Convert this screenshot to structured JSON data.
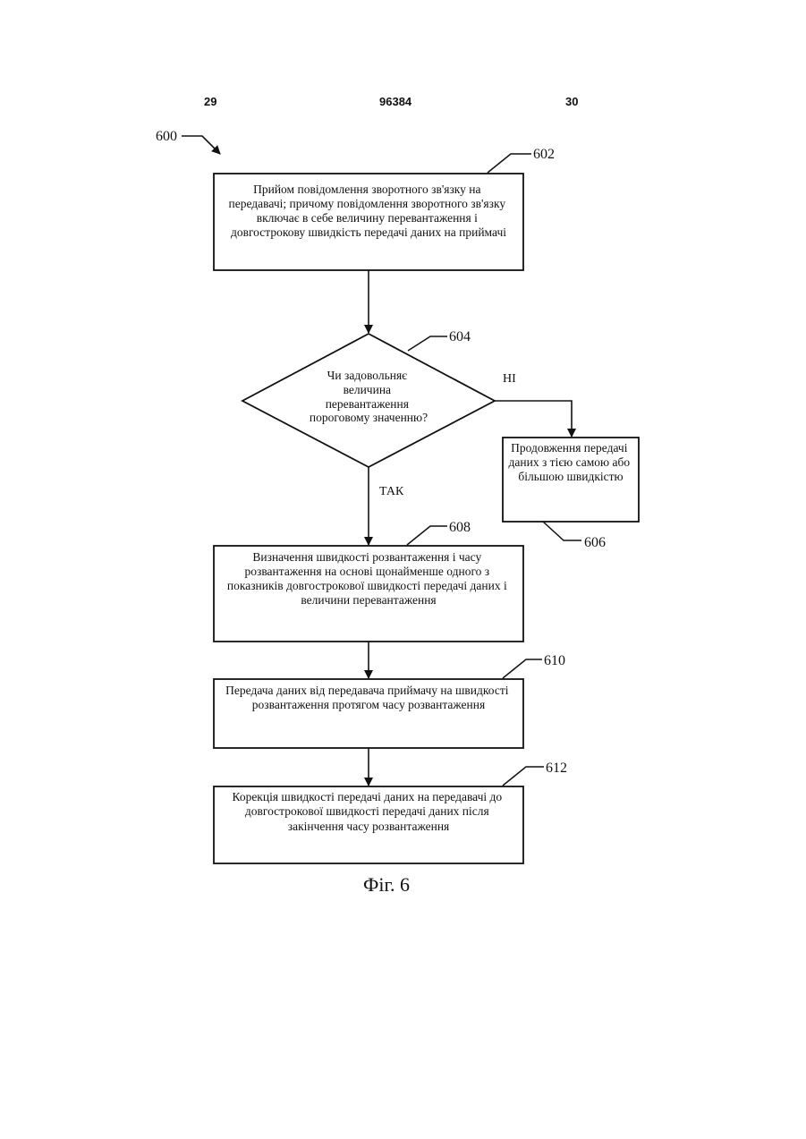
{
  "header": {
    "left": "29",
    "center": "96384",
    "right": "30"
  },
  "figure": {
    "id": "600",
    "caption": "Фіг. 6",
    "steps": {
      "s602": {
        "ref": "602",
        "lines": [
          "Прийом повідомлення зворотного зв'язку на",
          "передавачі; причому повідомлення зворотного зв'язку",
          "включає в себе величину перевантаження і",
          "довгострокову швидкість передачі даних на приймачі"
        ]
      },
      "s604": {
        "ref": "604",
        "lines": [
          "Чи задовольняє",
          "величина",
          "перевантаження",
          "пороговому значенню?"
        ],
        "yes": "ТАК",
        "no": "НІ"
      },
      "s606": {
        "ref": "606",
        "lines": [
          "Продовження передачі",
          "даних з тією самою або",
          "більшою швидкістю"
        ]
      },
      "s608": {
        "ref": "608",
        "lines": [
          "Визначення швидкості розвантаження і часу",
          "розвантаження на основі щонайменше одного з",
          "показників довгострокової швидкості передачі даних і",
          "величини перевантаження"
        ]
      },
      "s610": {
        "ref": "610",
        "lines": [
          "Передача даних від передавача приймачу на швидкості",
          "розвантаження протягом часу розвантаження"
        ]
      },
      "s612": {
        "ref": "612",
        "lines": [
          "Корекція швидкості передачі даних на передавачі до",
          "довгострокової швидкості передачі даних після",
          "закінчення часу розвантаження"
        ]
      }
    }
  }
}
